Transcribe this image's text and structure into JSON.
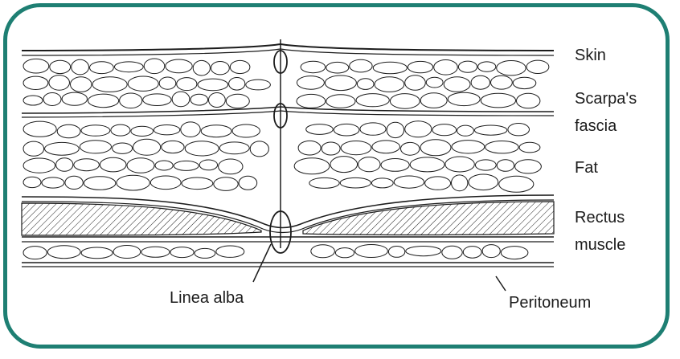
{
  "labels": {
    "skin": "Skin",
    "scarpas_line1": "Scarpa's",
    "scarpas_line2": "fascia",
    "fat": "Fat",
    "rectus_line1": "Rectus",
    "rectus_line2": "muscle",
    "linea_alba": "Linea alba",
    "peritoneum": "Peritoneum"
  },
  "colors": {
    "border": "#1e7f73",
    "ink": "#1c1c1c",
    "background": "#ffffff"
  }
}
